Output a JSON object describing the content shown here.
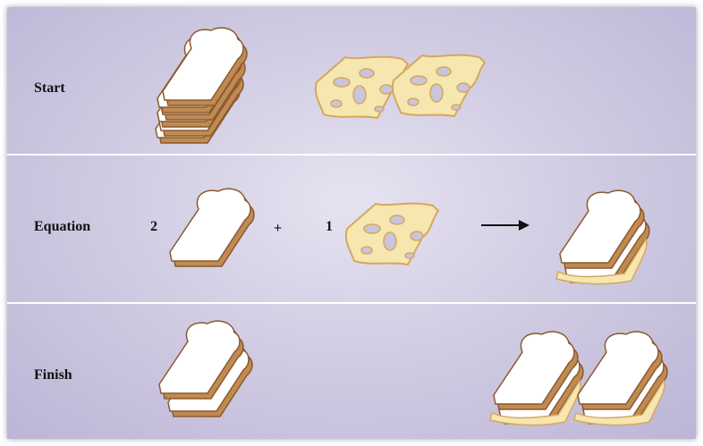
{
  "rows": {
    "start": {
      "label": "Start"
    },
    "equation": {
      "label": "Equation",
      "bread_coefficient": "2",
      "plus": "+",
      "cheese_coefficient": "1"
    },
    "finish": {
      "label": "Finish"
    }
  },
  "colors": {
    "bread_face": "#ffffff",
    "bread_crust": "#c08a52",
    "bread_crust_dark": "#8a5a2e",
    "cheese_fill": "#f6e6b0",
    "cheese_edge": "#d4a860",
    "divider": "#ffffff"
  },
  "icons": [
    "bread-slice-icon",
    "cheese-slice-icon",
    "sandwich-icon",
    "arrow-right-icon"
  ]
}
